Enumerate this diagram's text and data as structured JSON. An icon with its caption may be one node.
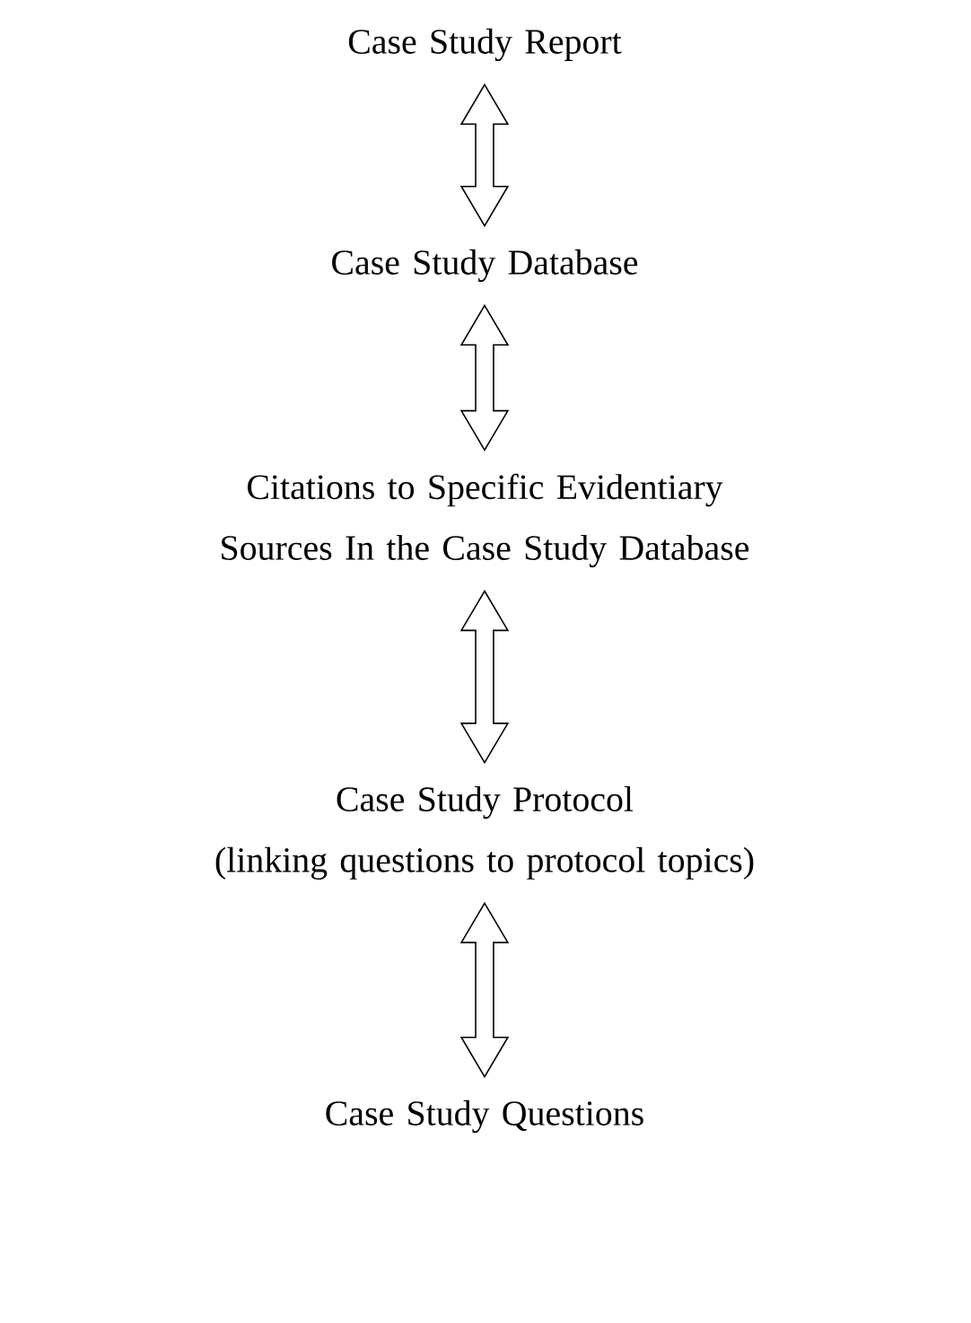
{
  "diagram": {
    "nodes": [
      {
        "text": [
          "Case Study Report"
        ]
      },
      {
        "text": [
          "Case Study Database"
        ]
      },
      {
        "text": [
          "Citations to Specific Evidentiary Sources In the Case Study Database"
        ]
      },
      {
        "text": [
          "Case Study Protocol",
          "(linking questions to protocol topics)"
        ]
      },
      {
        "text": [
          "Case Study Questions"
        ]
      }
    ],
    "edges": [
      {
        "from": 0,
        "to": 1,
        "arrow": "both"
      },
      {
        "from": 1,
        "to": 2,
        "arrow": "both"
      },
      {
        "from": 2,
        "to": 3,
        "arrow": "both"
      },
      {
        "from": 3,
        "to": 4,
        "arrow": "both"
      }
    ]
  }
}
